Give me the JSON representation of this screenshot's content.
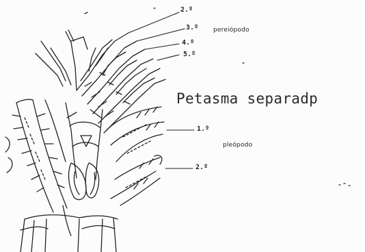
{
  "figure": {
    "caption": "Petasma separadp",
    "pereopod_group": {
      "term": "pereiópodo",
      "items": [
        "2.º",
        "3.º",
        "4.º",
        "5.º"
      ]
    },
    "pleopod_group": {
      "term": "pleópodo",
      "items": [
        "1.º",
        "2.º"
      ]
    }
  }
}
